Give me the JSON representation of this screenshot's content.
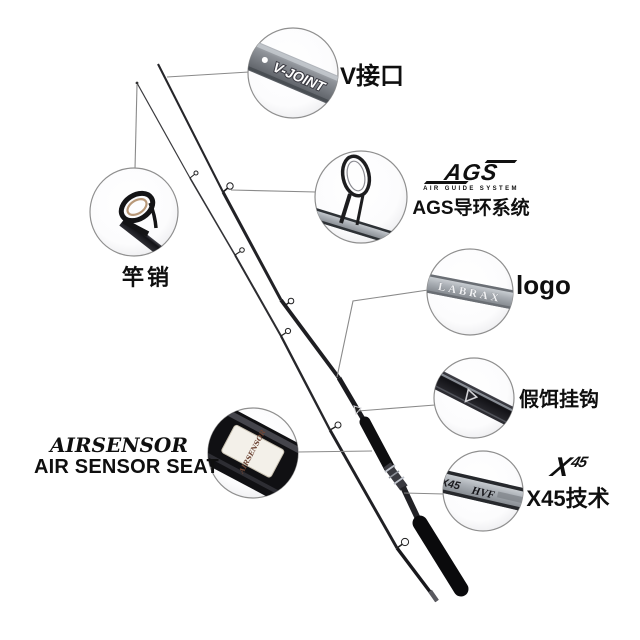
{
  "title": "fishing rod feature callout diagram",
  "colors": {
    "background": "#ffffff",
    "text": "#0f0f0f",
    "callout_line": "#8a8a8a",
    "rod_dark": "#1a1a1e",
    "blank_silver": "#aab0b6"
  },
  "callouts": {
    "vjoint": {
      "label": "V接口",
      "blank_text": "V-JOINT"
    },
    "ags": {
      "logo": "AGS",
      "logo_sub": "AIR GUIDE SYSTEM",
      "label": "AGS导环系统"
    },
    "logo": {
      "label": "logo",
      "blank_text": "LABRAX"
    },
    "hook": {
      "label": "假饵挂钩"
    },
    "x45": {
      "logo_x": "X",
      "logo_45": "45",
      "label": "X45技术",
      "blank_text_1": "X45",
      "blank_text_2": "HVF"
    },
    "pin": {
      "label": "竿销"
    },
    "airsensor": {
      "logo": "AIRSENSOR",
      "label": "AIR SENSOR SEAT",
      "seat_text": "AIRSENSOR"
    }
  }
}
